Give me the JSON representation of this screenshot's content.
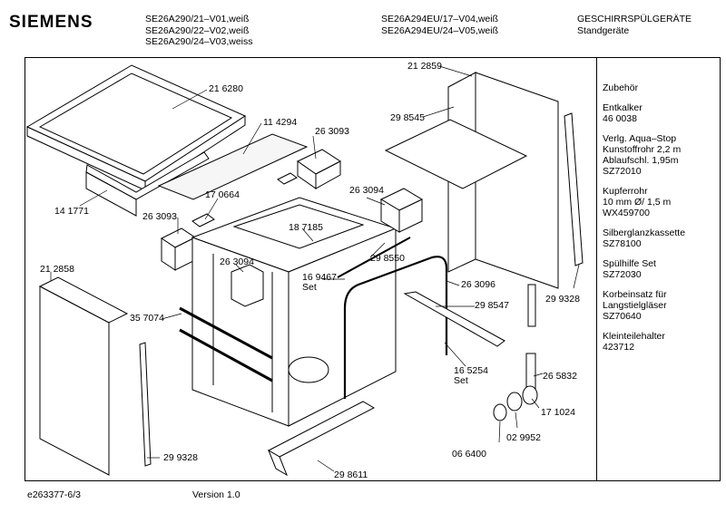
{
  "header": {
    "brand": "SIEMENS",
    "models_a": [
      "SE26A290/21–V01,weiß",
      "SE26A290/22–V02,weiß",
      "SE26A290/24–V03,weiss"
    ],
    "models_b": [
      "SE26A294EU/17–V04,weiß",
      "SE26A294EU/24–V05,weiß"
    ],
    "category": [
      "GESCHIRRSPÜLGERÄTE",
      "Standgeräte"
    ]
  },
  "parts": {
    "p216280": "21 6280",
    "p114294": "11 4294",
    "p263093a": "26 3093",
    "p141771": "14 1771",
    "p170664": "17 0664",
    "p263093b": "26 3093",
    "p187185": "18 7185",
    "p263094a": "26 3094",
    "p212859": "21 2859",
    "p298545": "29 8545",
    "p263094b": "26 3094",
    "p298550": "29 8550",
    "p169467": [
      "16 9467",
      "Set"
    ],
    "p212858": "21 2858",
    "p263096": "26 3096",
    "p357074": "35 7074",
    "p298547": "29 8547",
    "p165254": [
      "16 5254",
      "Set"
    ],
    "p299328a": "29 9328",
    "p299328b": "29 9328",
    "p265832": "26 5832",
    "p171024": "17 1024",
    "p029952": "02 9952",
    "p066400": "06 6400",
    "p298611": "29 8611"
  },
  "sidebar": [
    [
      "Zubehör"
    ],
    [
      "Entkalker",
      "46 0038"
    ],
    [
      "Verlg. Aqua–Stop",
      "Kunstoffrohr 2,2 m",
      "Ablaufschl. 1,95m",
      "SZ72010"
    ],
    [
      "Kupferrohr",
      "10 mm Ø/ 1,5 m",
      "WX459700"
    ],
    [
      "Silberglanzkassette",
      "SZ78100"
    ],
    [
      "Spülhilfe Set",
      "SZ72030"
    ],
    [
      "Korbeinsatz für",
      "Langstielgläser",
      "SZ70640"
    ],
    [
      "Kleinteilehalter",
      "423712"
    ]
  ],
  "footer": {
    "doc_id": "e263377-6/3",
    "version": "Version 1.0"
  }
}
